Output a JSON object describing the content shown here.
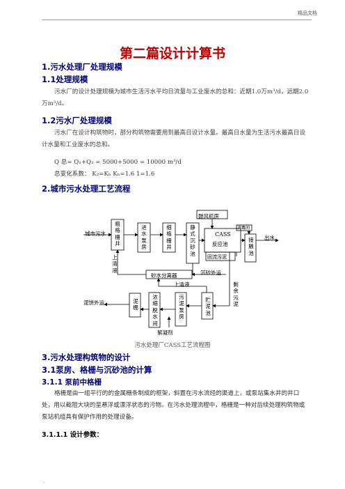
{
  "header": {
    "label": "精品文档"
  },
  "title": "第二篇设计计算书",
  "sections": {
    "s1": "1.污水处理厂处理规模",
    "s1_1": "1.1处理规模",
    "s1_1_text": "污水厂的设计处理规模为城市生活污水平均日流量与工业废水的总和：近期1.0万m³/d，远期2.0万m³/d。",
    "s1_2": "1.2污水厂处理规模",
    "s1_2_text": "污水厂在设计构筑物时，部分构筑物需要用到最高日设计水量。最高日水量为生活污水最高日设计水量和工业废水的总和。",
    "formula1": "Q 总= Q₁+Q₂ = 5000+5000 = 10000 m³/d",
    "formula2": "总变化系数：  K₂=Kₕ  Kₕ=1.6  1=1.6",
    "s2": "2.城市污水处理工艺流程",
    "s3": "3.污水处理构筑物的设计",
    "s3_1": "3.1泵房、格栅与沉砂池的计算",
    "s3_1_1": "3.1.1  泵前中格栅",
    "s3_1_1_text": "格栅是由一组平行的的金属栅条制成的框架，斜置在污水流经的渠道上，或泵站集水井的井口处，用以截阻大块的呈悬浮或漂浮状态的污物。在污水处理流程中，格栅是一种对后续处理构筑物或泵站机组具有保护作用的处理设备。",
    "s3_1_1_1": "3.1.1.1  设计参数："
  },
  "diagram": {
    "caption": "污水处理厂CASS工艺流程图",
    "city_sewage": "城市污水",
    "coarse_screen": [
      "粗",
      "格",
      "栅",
      "井"
    ],
    "lift_pump": [
      "进",
      "水",
      "泵",
      "房"
    ],
    "fine_screen": [
      "细",
      "格",
      "栅",
      "井"
    ],
    "grit_chamber": [
      "静",
      "式",
      "沉",
      "砂",
      "池"
    ],
    "blower": "鼓风机房",
    "cass": "CASS",
    "cass_sub": "反应池",
    "return_sludge": "回流污泥",
    "disinfection_room": "消毒间",
    "contact_tank": [
      "接",
      "触",
      "池"
    ],
    "effluent": "出水",
    "supernatant1": [
      "上",
      "清",
      "液"
    ],
    "sand_separator": "砂水分离器",
    "grit_out": "沉砂外运",
    "supernatant2": "上清液",
    "excess_sludge": [
      "剩",
      "余",
      "污",
      "泥"
    ],
    "sludge_out": "泥饼外运",
    "sludge_cake": [
      "泥",
      "棚"
    ],
    "dewatering": [
      "浓",
      "缩",
      "脱",
      "水",
      "间"
    ],
    "dosing": "絮凝剂",
    "sludge_pump": [
      "污",
      "泥",
      "泵",
      "房"
    ],
    "sludge_tank": [
      "贮",
      "泥",
      "池"
    ]
  },
  "footer": {
    "mark": "."
  }
}
